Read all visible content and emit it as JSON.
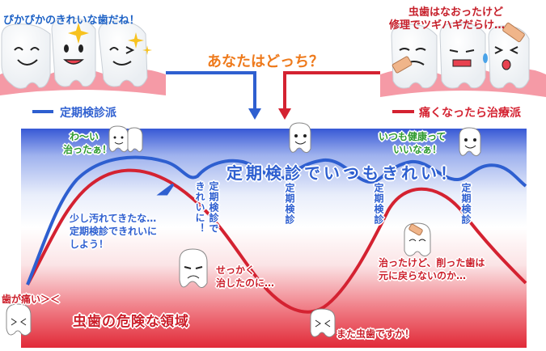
{
  "header": {
    "good_teeth_caption": "ぴかぴかのきれいな歯だね！",
    "bad_teeth_caption_line1": "虫歯はなおったけど",
    "bad_teeth_caption_line2": "修理でツギハギだらけ…",
    "question": "あなたはどっち？",
    "legend_blue": "定期検診派",
    "legend_red": "痛くなったら治療派"
  },
  "diagram": {
    "headline": "定期検診でいつもきれい！",
    "checkup_label": "定期検診",
    "checkup_clean_line1": "定期検診で",
    "checkup_clean_line2": "きれいに！",
    "wa_line1": "わ～い",
    "wa_line2": "治ったぁ！",
    "always_healthy_line1": "いつも健康って",
    "always_healthy_line2": "いいなぁ！",
    "dirty_line1": "少し汚れてきたな…",
    "dirty_line2": "定期検診できれいに",
    "dirty_line3": "しよう！",
    "finally_line1": "せっかく",
    "finally_line2": "治したのに…",
    "not_restored_line1": "治ったけど、削った歯は",
    "not_restored_line2": "元に戻らないのか…",
    "toothache": "歯が痛い＞＜",
    "cavity_again": "また虫歯ですか！",
    "danger_zone": "虫歯の危険な領域"
  },
  "colors": {
    "blue": "#2e5fd0",
    "red": "#d42231",
    "orange": "#ee7a1c",
    "green": "#2f9a2f",
    "dark_red": "#cc1e2a"
  }
}
